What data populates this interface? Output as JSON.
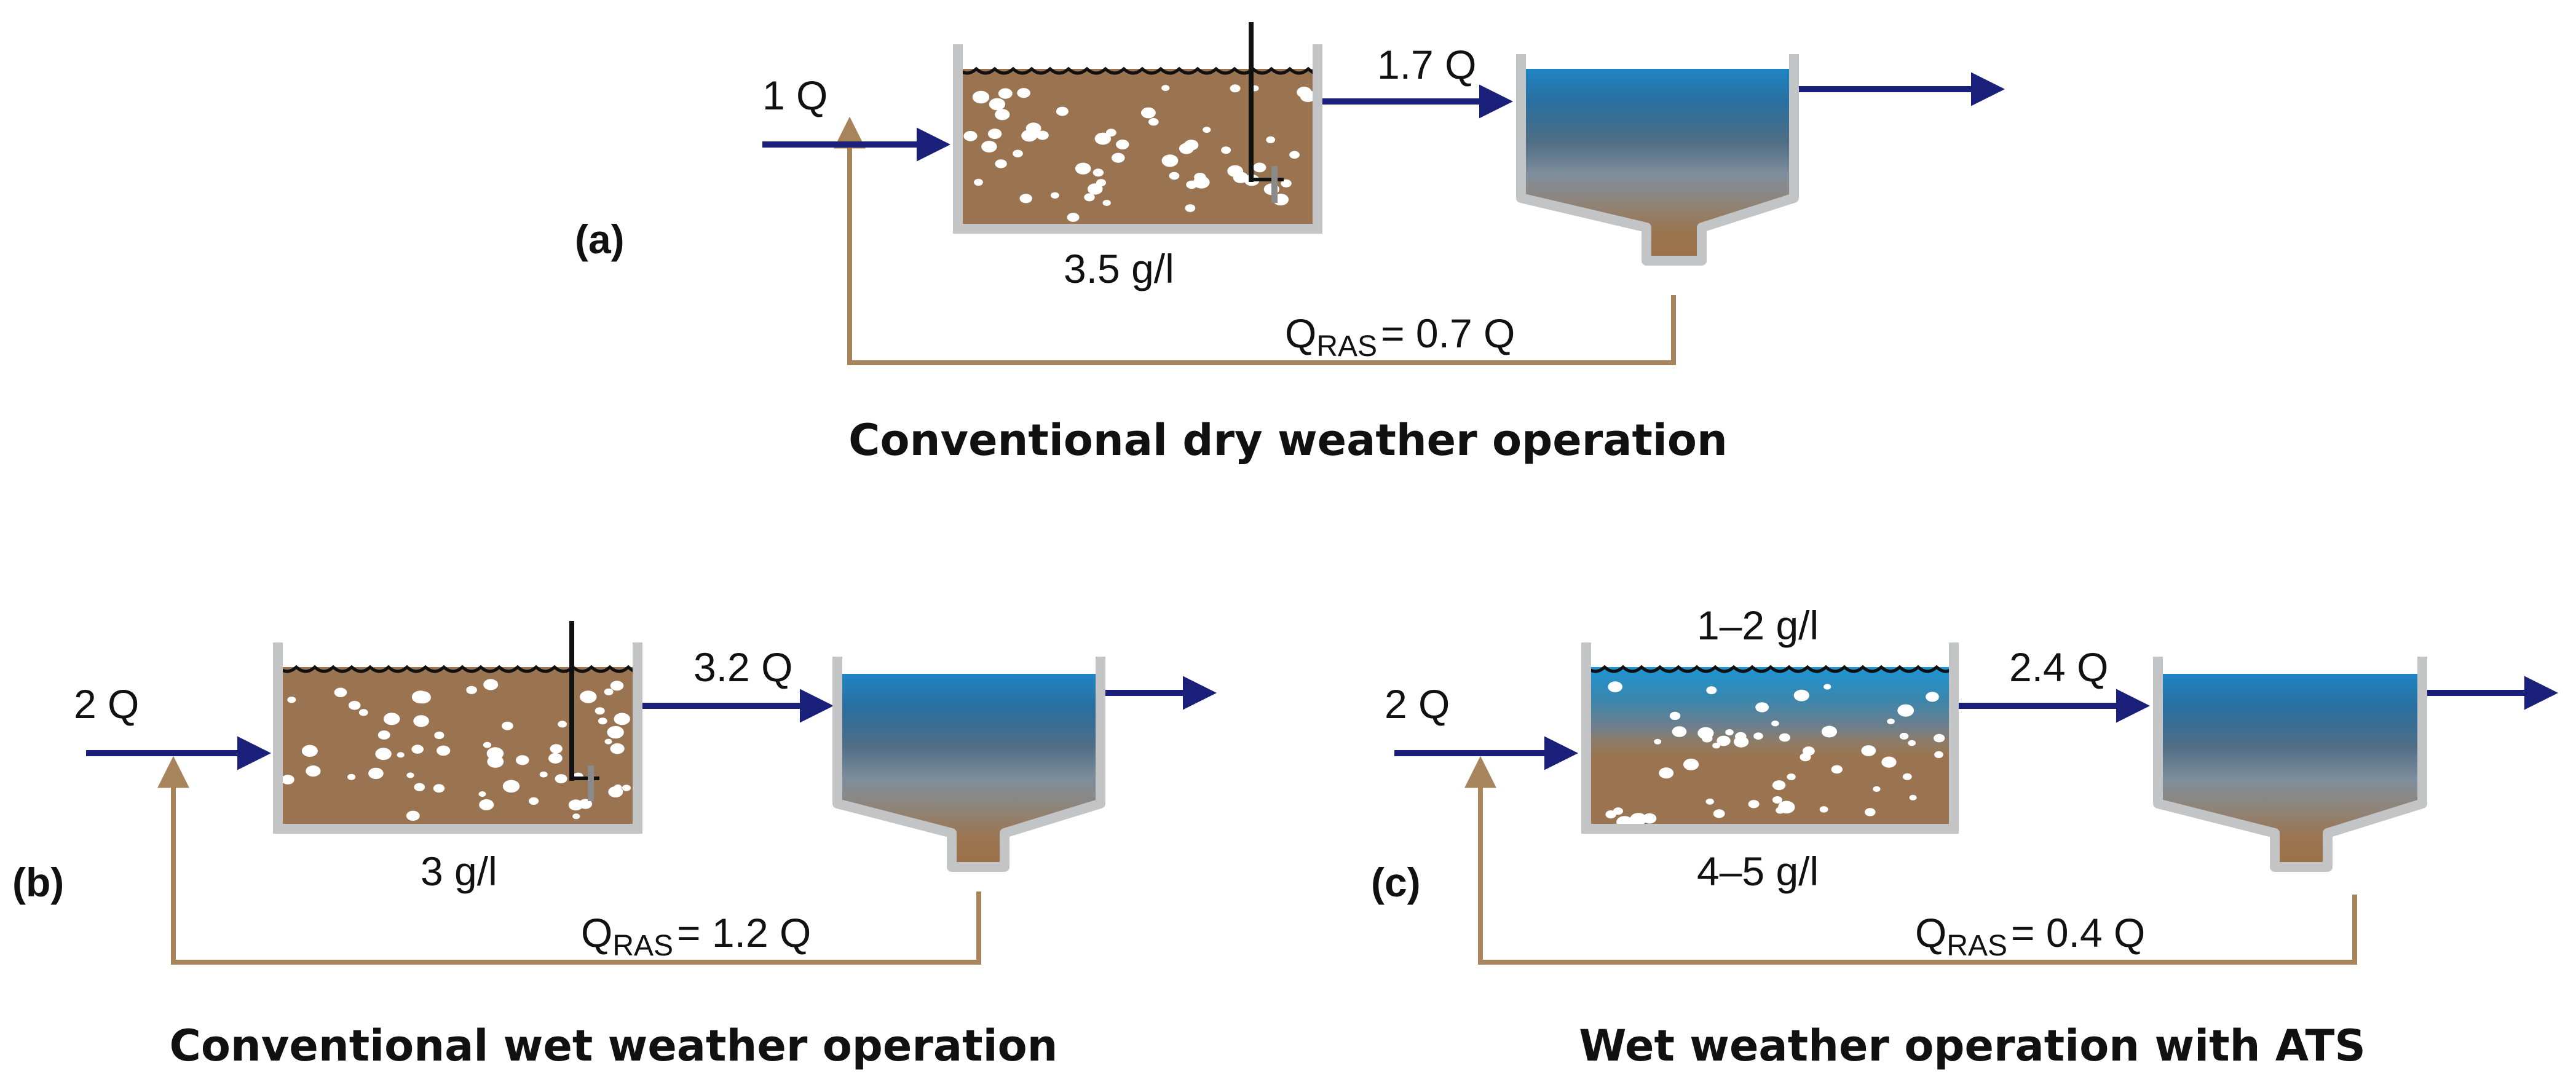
{
  "colors": {
    "flow_arrow": "#1a1f7a",
    "return_sludge": "#a8845c",
    "tank_wall": "#c3c4c6",
    "sludge": "#9a7450",
    "water_blue": "#2f7dab",
    "bubbles": "#ffffff"
  },
  "panels": [
    {
      "id": "a",
      "label": "(a)",
      "inflow": "1 Q",
      "outflow": "1.7 Q",
      "concentration": "3.5 g/l",
      "qras_symbol": "Q",
      "qras_sub": "RAS",
      "qras_value": "= 0.7 Q",
      "caption": "Conventional dry weather operation"
    },
    {
      "id": "b",
      "label": "(b)",
      "inflow": "2 Q",
      "outflow": "3.2 Q",
      "concentration": "3 g/l",
      "qras_symbol": "Q",
      "qras_sub": "RAS",
      "qras_value": "= 1.2 Q",
      "caption": "Conventional wet weather operation"
    },
    {
      "id": "c",
      "label": "(c)",
      "inflow": "2 Q",
      "outflow": "2.4 Q",
      "concentration_top": "1–2 g/l",
      "concentration_bottom": "4–5 g/l",
      "qras_symbol": "Q",
      "qras_sub": "RAS",
      "qras_value": "= 0.4 Q",
      "caption": "Wet weather operation with ATS"
    }
  ],
  "icons": [
    "flow-arrow-icon",
    "aeration-tank-icon",
    "clarifier-icon",
    "mixer-icon",
    "return-sludge-line-icon"
  ]
}
